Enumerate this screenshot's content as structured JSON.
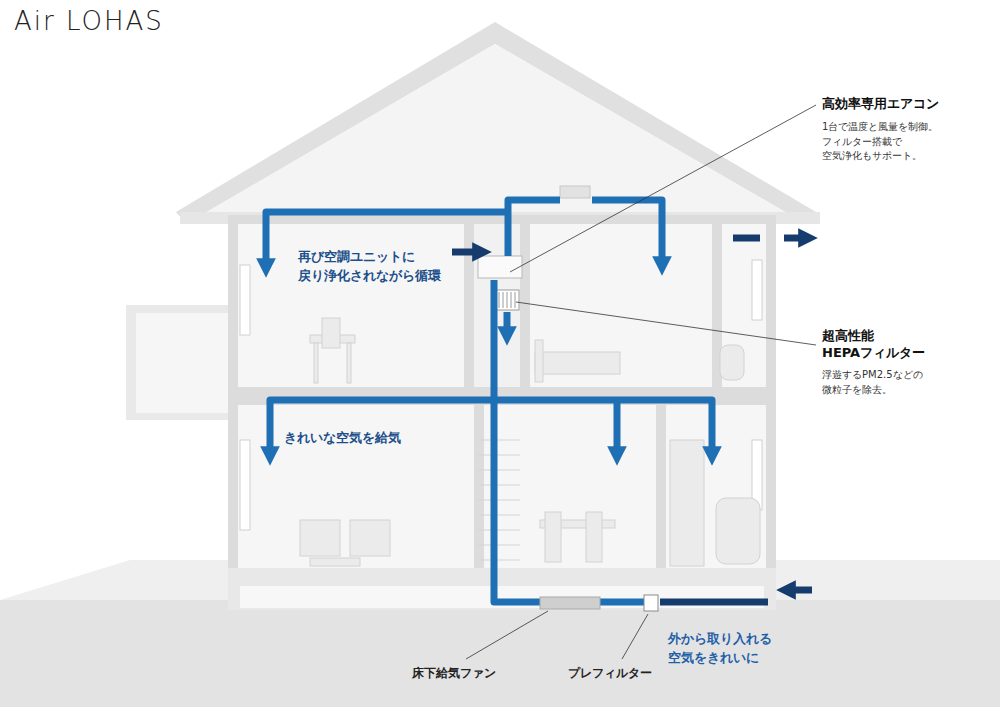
{
  "diagram": {
    "title": "Air LOHAS",
    "labels": [
      "高効率専用エアコン",
      "1台で温度と風量を制御。 フィルター搭載で 空気浄化もサポート。",
      "超高性能 HEPAフィルター",
      "浮遊するPM2.5などの 微粒子を除去。",
      "再び空調ユニットに 戻り浄化されながら循環",
      "きれいな空気を給気",
      "床下給気ファン",
      "プレフィルター",
      "外から取り入れる 空気をきれいに"
    ]
  }
}
